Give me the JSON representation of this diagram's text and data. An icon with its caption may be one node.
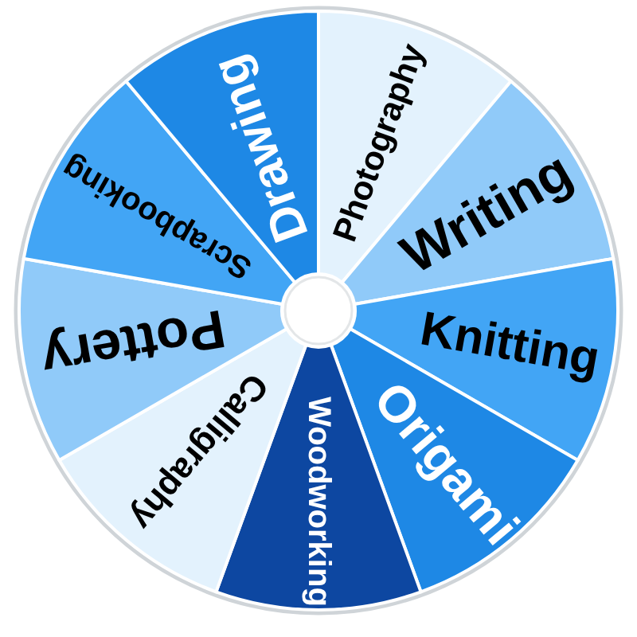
{
  "diagram": {
    "nodes": [
      {
        "text": [
          "Photography"
        ]
      },
      {
        "text": [
          "Writing"
        ]
      },
      {
        "text": [
          "Knitting"
        ]
      },
      {
        "text": [
          "Origami"
        ]
      },
      {
        "text": [
          "Woodworking"
        ]
      },
      {
        "text": [
          "Calligraphy"
        ]
      },
      {
        "text": [
          "Pottery"
        ]
      },
      {
        "text": [
          "Scrapbooking"
        ]
      },
      {
        "text": [
          "Drawing"
        ]
      }
    ]
  }
}
